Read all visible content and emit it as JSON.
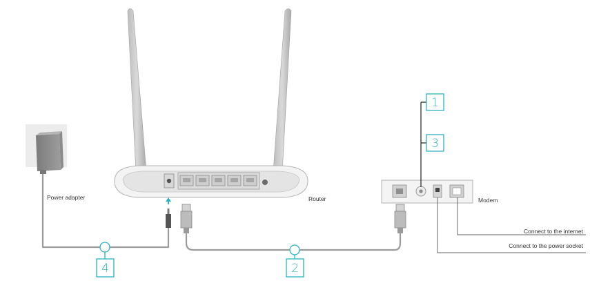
{
  "labels": {
    "power_adapter": "Power adapter",
    "router": "Router",
    "modem": "Modem",
    "connect_internet": "Connect to the internet",
    "connect_power_socket": "Connect to the power socket"
  },
  "steps": [
    "1",
    "2",
    "3",
    "4"
  ],
  "colors": {
    "accent": "#2bb3c0",
    "cable": "#9a9a9a",
    "device_body": "#f1f1f1",
    "device_outline": "#b0b0b0"
  }
}
